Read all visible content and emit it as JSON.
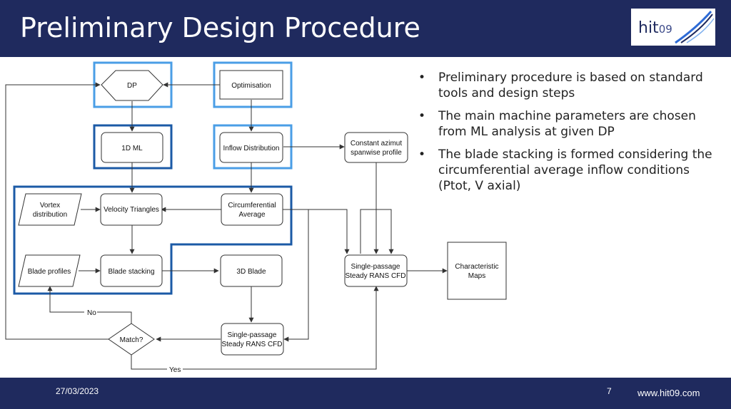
{
  "slide": {
    "title": "Preliminary Design Procedure",
    "logo_text": "hit",
    "logo_number": "09",
    "bullets": [
      "Preliminary procedure is based on standard tools and design steps",
      "The main machine parameters are chosen from ML analysis at given DP",
      "The blade stacking is formed considering the circumferential average inflow conditions (Ptot, V axial)"
    ],
    "bullet_symbol": "•",
    "footer": {
      "date": "27/03/2023",
      "page_number": "7",
      "website": "www.hit09.com"
    }
  },
  "diagram": {
    "nodes": {
      "dp": "DP",
      "optimisation": "Optimisation",
      "ml1d": "1D ML",
      "inflow": "Inflow Distribution",
      "azimut": [
        "Constant azimut",
        "spanwise profile"
      ],
      "vortex": [
        "Vortex",
        "distribution"
      ],
      "velocity": "Velocity Triangles",
      "circumferential": [
        "Circumferential",
        "Average"
      ],
      "blade_profiles": "Blade profiles",
      "blade_stacking": "Blade stacking",
      "blade3d": "3D Blade",
      "cfd_right": [
        "Single-passage",
        "Steady RANS CFD"
      ],
      "characteristic": [
        "Characteristic",
        "Maps"
      ],
      "match": "Match?",
      "cfd_bottom": [
        "Single-passage",
        "Steady RANS CFD"
      ]
    },
    "edge_labels": {
      "no": "No",
      "yes": "Yes"
    },
    "colors": {
      "dark_frame": "#1b5aa6",
      "light_frame": "#4a9ee6",
      "line": "#333333",
      "header": "#1f2a5e"
    }
  }
}
